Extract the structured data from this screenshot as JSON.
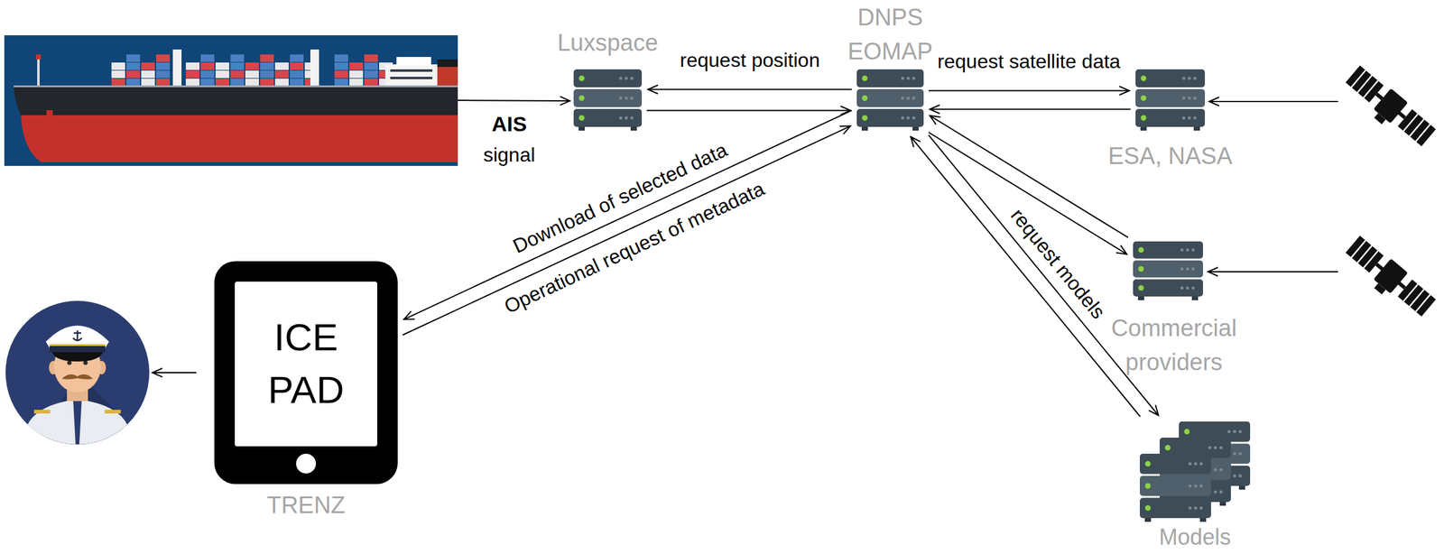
{
  "diagram": {
    "nodes": [
      {
        "text": [
          "Luxspace"
        ]
      },
      {
        "text": [
          "DNPS EOMAP"
        ]
      },
      {
        "text": [
          "ESA, NASA"
        ]
      },
      {
        "text": [
          "Commercial providers"
        ]
      },
      {
        "text": [
          "Models"
        ]
      },
      {
        "text": [
          "ICE PAD",
          "TRENZ"
        ]
      }
    ],
    "edges": [
      {
        "from": 1,
        "to": 0,
        "label": "request position",
        "arrow": "to"
      },
      {
        "from": 0,
        "to": 1,
        "arrow": "to"
      },
      {
        "from": 1,
        "to": 2,
        "label": "request satellite data",
        "arrow": "to"
      },
      {
        "from": 2,
        "to": 1,
        "arrow": "to"
      },
      {
        "from": 1,
        "to": 3,
        "arrow": "to"
      },
      {
        "from": 3,
        "to": 1,
        "arrow": "to"
      },
      {
        "from": 1,
        "to": 4,
        "label": "request models",
        "arrow": "to"
      },
      {
        "from": 4,
        "to": 1,
        "arrow": "to"
      },
      {
        "from": 1,
        "to": 5,
        "label": "Download of selected data",
        "arrow": "to"
      },
      {
        "from": 5,
        "to": 1,
        "label": "Operational request of metadata",
        "arrow": "to"
      }
    ],
    "labels": [
      "AIS",
      "signal"
    ]
  }
}
